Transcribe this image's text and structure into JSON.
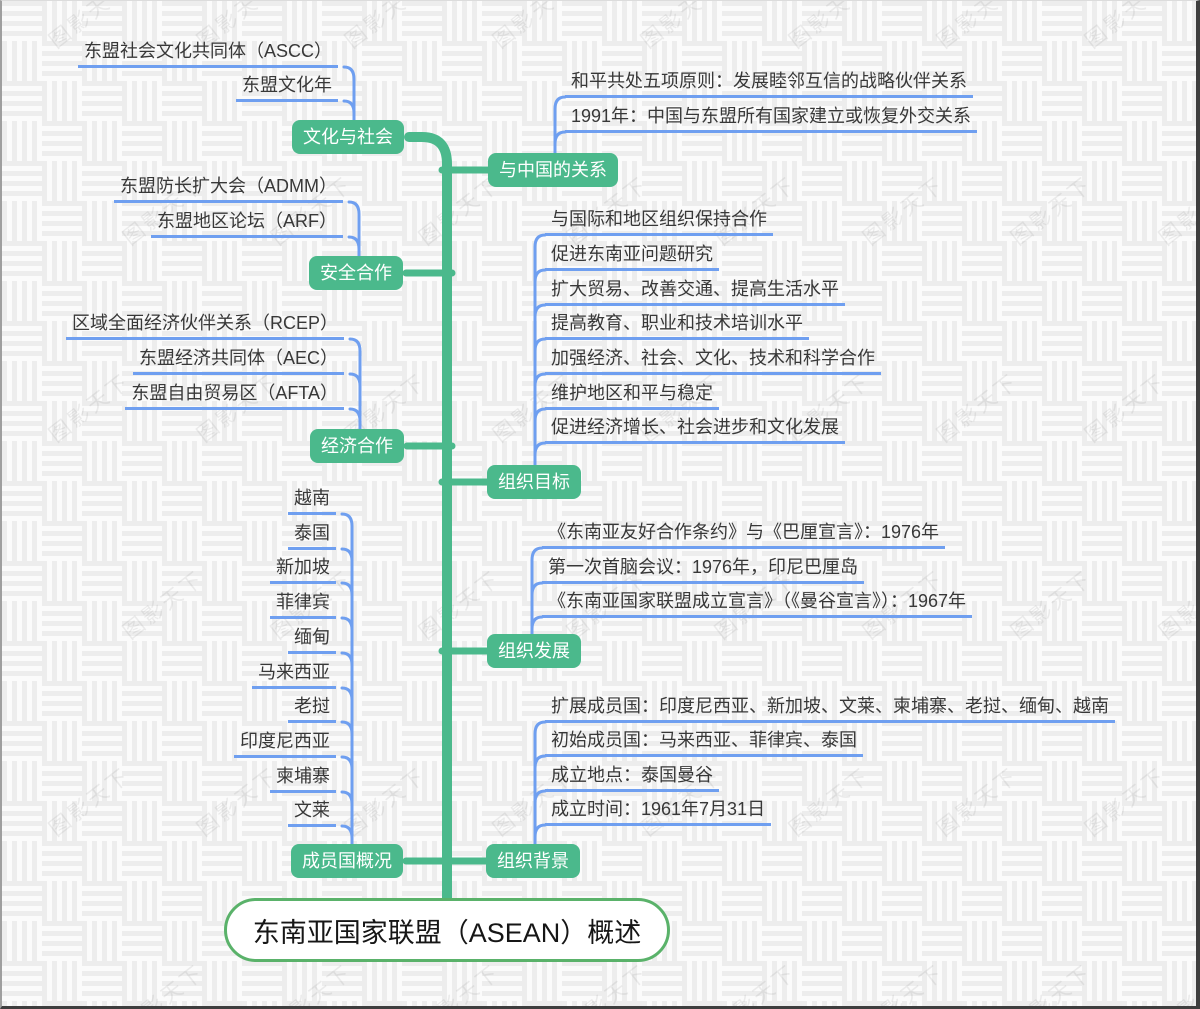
{
  "root": {
    "label": "东南亚国家联盟（ASEAN）概述"
  },
  "watermark": {
    "text": "图影天下"
  },
  "colors": {
    "branch_green": "#4bb98c",
    "root_border_green": "#5ab26a",
    "connector_blue": "#6f9ff0",
    "leaf_text": "#383838",
    "edge_dark": "#3e3e3e",
    "edge_light": "#9f9f9f"
  },
  "groups": [
    {
      "label": "文化与社会",
      "side": "left",
      "items": [
        "东盟社会文化共同体（ASCC）",
        "东盟文化年"
      ]
    },
    {
      "label": "安全合作",
      "side": "left",
      "items": [
        "东盟防长扩大会（ADMM）",
        "东盟地区论坛（ARF）"
      ]
    },
    {
      "label": "经济合作",
      "side": "left",
      "items": [
        "区域全面经济伙伴关系（RCEP）",
        "东盟经济共同体（AEC）",
        "东盟自由贸易区（AFTA）"
      ]
    },
    {
      "label": "成员国概况",
      "side": "left",
      "items": [
        "越南",
        "泰国",
        "新加坡",
        "菲律宾",
        "缅甸",
        "马来西亚",
        "老挝",
        "印度尼西亚",
        "柬埔寨",
        "文莱"
      ]
    },
    {
      "label": "与中国的关系",
      "side": "right",
      "items": [
        "和平共处五项原则：发展睦邻互信的战略伙伴关系",
        "1991年：中国与东盟所有国家建立或恢复外交关系"
      ]
    },
    {
      "label": "组织目标",
      "side": "right",
      "items": [
        "与国际和地区组织保持合作",
        "促进东南亚问题研究",
        "扩大贸易、改善交通、提高生活水平",
        "提高教育、职业和技术培训水平",
        "加强经济、社会、文化、技术和科学合作",
        "维护地区和平与稳定",
        "促进经济增长、社会进步和文化发展"
      ]
    },
    {
      "label": "组织发展",
      "side": "right",
      "items": [
        "《东南亚友好合作条约》与《巴厘宣言》：1976年",
        "第一次首脑会议：1976年，印尼巴厘岛",
        "《东南亚国家联盟成立宣言》（《曼谷宣言》）：1967年"
      ]
    },
    {
      "label": "组织背景",
      "side": "right",
      "items": [
        "扩展成员国：印度尼西亚、新加坡、文莱、柬埔寨、老挝、缅甸、越南",
        "初始成员国：马来西亚、菲律宾、泰国",
        "成立地点：泰国曼谷",
        "成立时间：1961年7月31日"
      ]
    }
  ]
}
